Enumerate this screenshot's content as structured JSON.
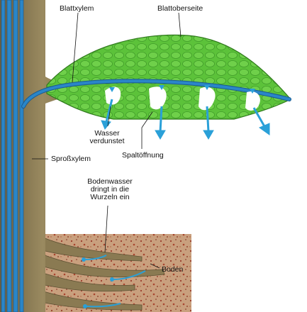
{
  "labels": {
    "blattxylem": "Blattxylem",
    "blattoberseite": "Blattoberseite",
    "wasser_line1": "Wasser",
    "wasser_line2": "verdunstet",
    "spaltoeffnung": "Spaltöffnung",
    "sprossxylem": "Sproßxylem",
    "bodenwasser_line1": "Bodenwasser",
    "bodenwasser_line2": "dringt in die",
    "bodenwasser_line3": "Wurzeln ein",
    "boden": "Boden"
  },
  "colors": {
    "stem": "#8a7a52",
    "xylem": "#2a86c8",
    "leaf": "#5cc23a",
    "soil": "#c9a07e",
    "water_arrow": "#2aa0d8"
  }
}
